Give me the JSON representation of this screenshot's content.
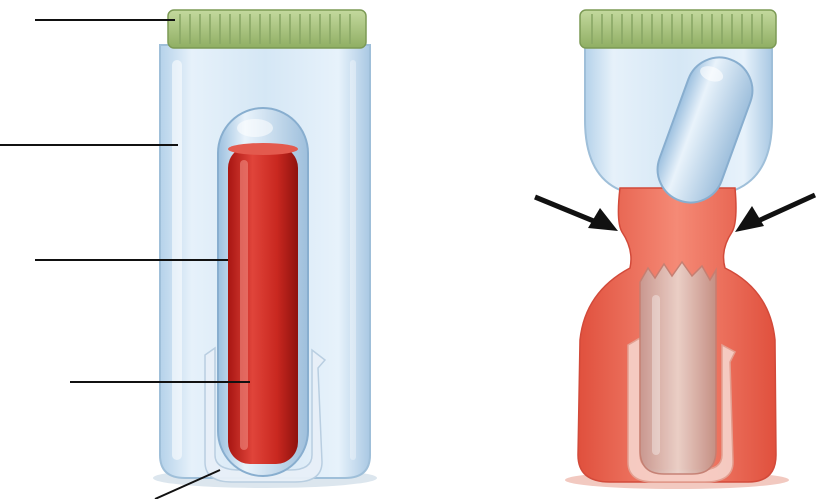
{
  "figure": {
    "panels": [
      {
        "id": "intact-container",
        "state": "intact"
      },
      {
        "id": "compressed-container",
        "state": "compressed"
      }
    ],
    "label_lines": [
      "lid",
      "jar-wall",
      "tube",
      "tube-fluid",
      "base"
    ],
    "arrows": [
      "left-arrow",
      "right-arrow"
    ],
    "colors": {
      "lid": "#a9c47f",
      "jar": "#cfe3f3",
      "tube_fluid": "#c8261e",
      "released_fluid": "#ef6a55",
      "arrow": "#111111"
    }
  }
}
